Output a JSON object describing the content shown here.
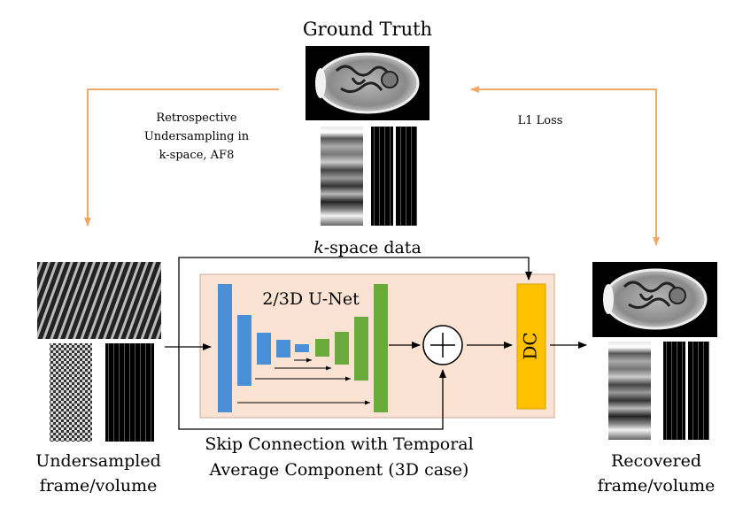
{
  "diagram": {
    "title_top": "Ground Truth",
    "retro_line1": "Retrospective",
    "retro_line2": "Undersampling in",
    "retro_line3": "k-space, AF8",
    "loss_label": "L1 Loss",
    "kspace_italic": "k",
    "kspace_rest": "-space data",
    "unet_label": "2/3D U-Net",
    "dc_label": "DC",
    "skip_line1": "Skip Connection with Temporal",
    "skip_line2": "Average Component (3D case)",
    "left_line1": "Undersampled",
    "left_line2": "frame/volume",
    "right_line1": "Recovered",
    "right_line2": "frame/volume",
    "colors": {
      "orange_arrow": "#f0a868",
      "unet_bg": "#fbe3d3",
      "encoder_blue": "#4a90d9",
      "decoder_green": "#6aaa3a",
      "dc_yellow": "#ffc000"
    },
    "icons": [
      "plus-circle-icon"
    ]
  }
}
